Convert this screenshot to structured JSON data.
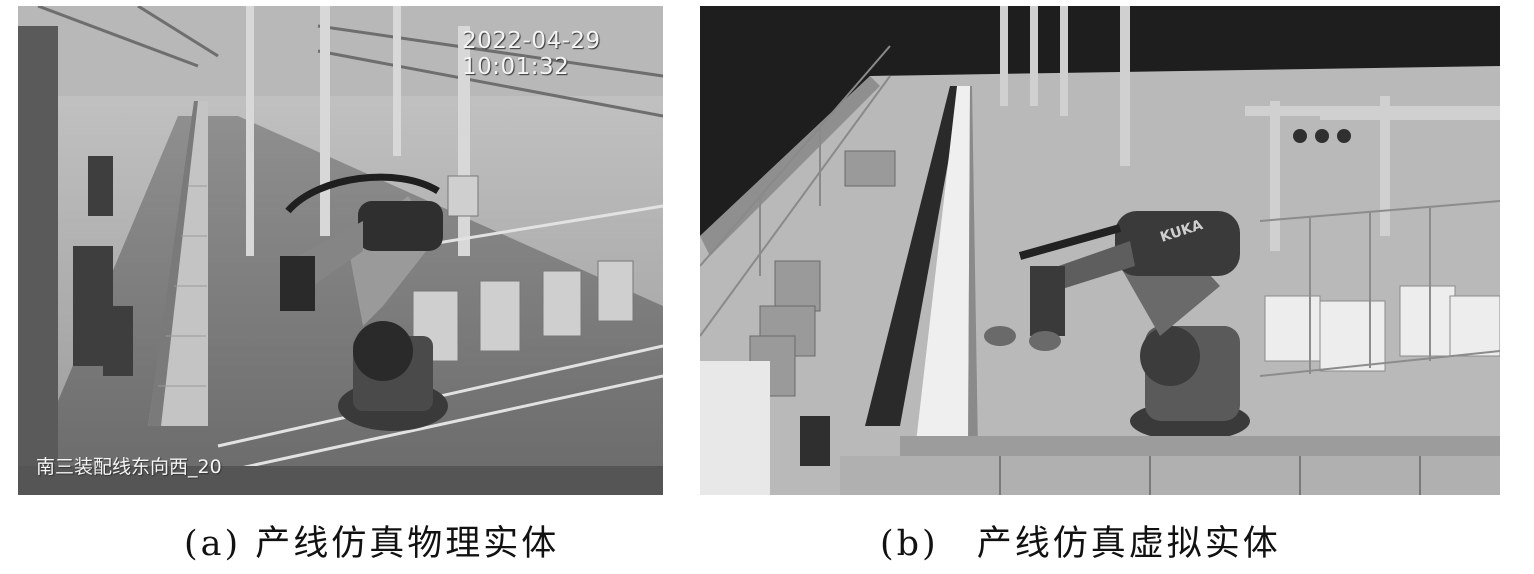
{
  "figure": {
    "panels": [
      {
        "id": "a",
        "caption": "(a) 产线仿真物理实体",
        "timestamp": "2022-04-29 10:01:32",
        "camera_label": "南三装配线东向西_20"
      },
      {
        "id": "b",
        "caption": "(b)　产线仿真虚拟实体",
        "robot_brand": "KUKA"
      }
    ]
  }
}
